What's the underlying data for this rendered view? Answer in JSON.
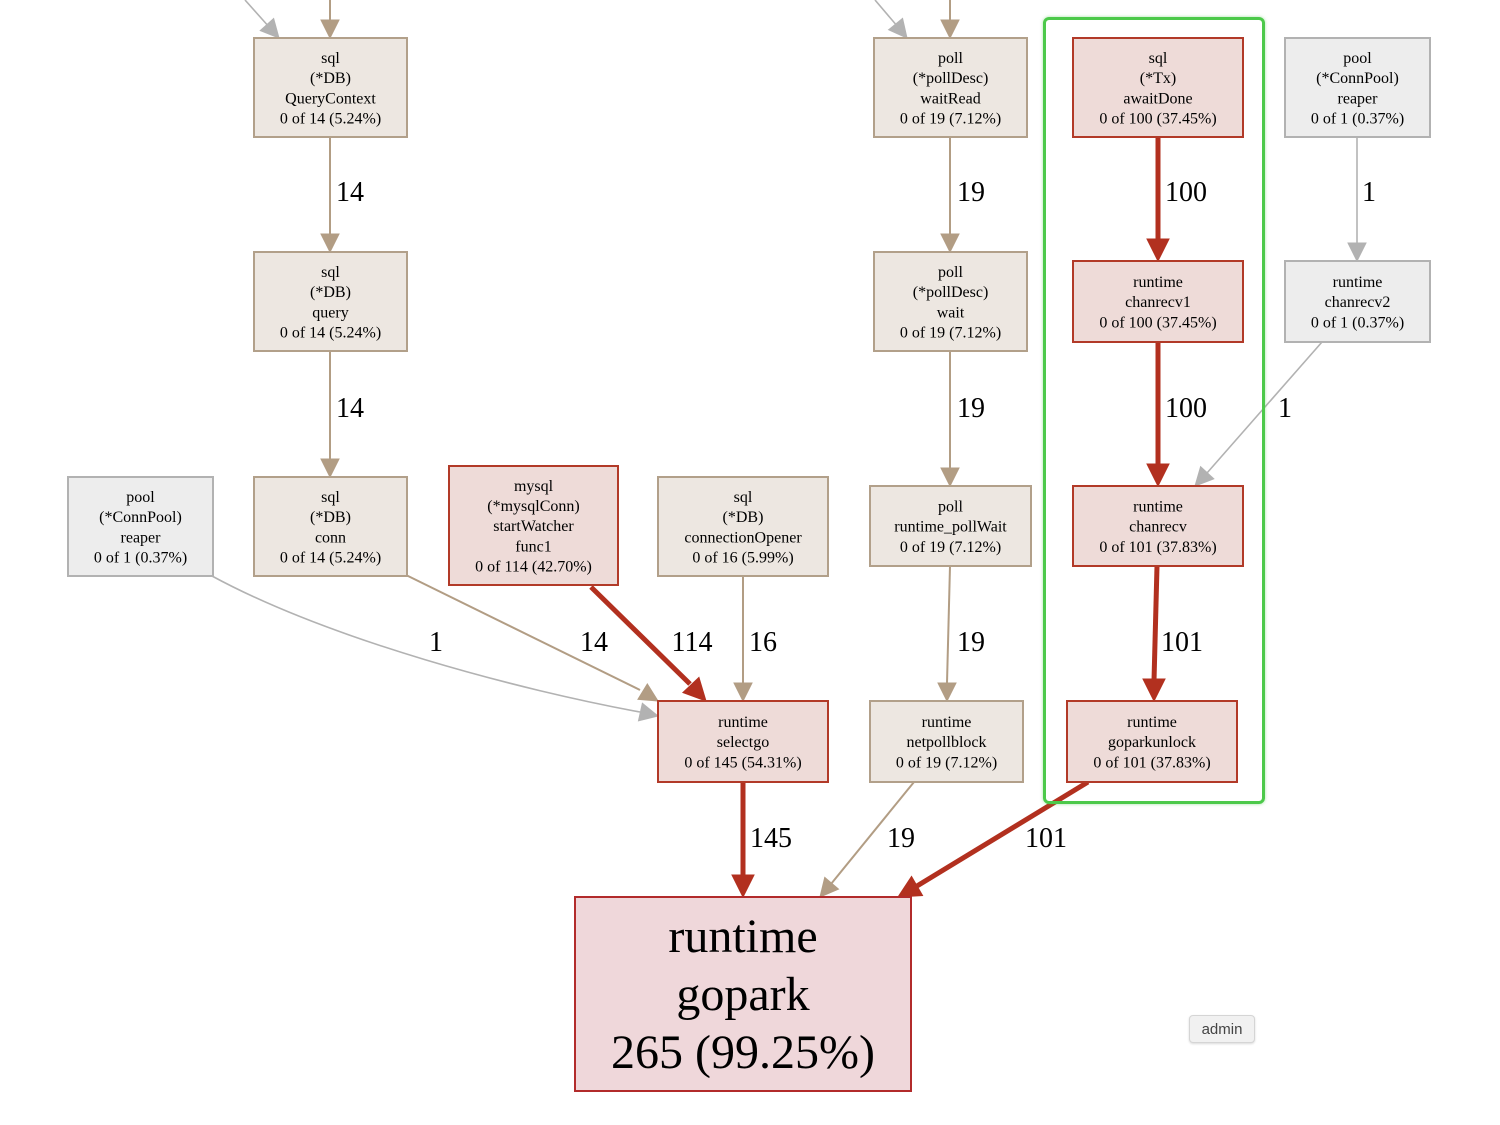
{
  "palette": {
    "tan_fill": "#ede7e1",
    "tan_stroke": "#b2a08a",
    "tan_edge": "#b29d84",
    "red_fill": "#eedbd8",
    "red_stroke": "#b23a28",
    "red_edge": "#b2301f",
    "gray_fill": "#ededed",
    "gray_stroke": "#b2b2b2",
    "gray_edge": "#b2b2b2",
    "root_fill": "#efd7da",
    "root_stroke": "#b22b2b",
    "highlight": "#4cc94a"
  },
  "nodes": {
    "sql_querycontext": {
      "lines": [
        "sql",
        "(*DB)",
        "QueryContext",
        "0 of 14 (5.24%)"
      ],
      "theme": "tan"
    },
    "sql_query": {
      "lines": [
        "sql",
        "(*DB)",
        "query",
        "0 of 14 (5.24%)"
      ],
      "theme": "tan"
    },
    "sql_conn": {
      "lines": [
        "sql",
        "(*DB)",
        "conn",
        "0 of 14 (5.24%)"
      ],
      "theme": "tan"
    },
    "pool_reaper_left": {
      "lines": [
        "pool",
        "(*ConnPool)",
        "reaper",
        "0 of 1 (0.37%)"
      ],
      "theme": "gray"
    },
    "mysql_startwatcher": {
      "lines": [
        "mysql",
        "(*mysqlConn)",
        "startWatcher",
        "func1",
        "0 of 114 (42.70%)"
      ],
      "theme": "red"
    },
    "sql_connectionopener": {
      "lines": [
        "sql",
        "(*DB)",
        "connectionOpener",
        "0 of 16 (5.99%)"
      ],
      "theme": "tan"
    },
    "runtime_selectgo": {
      "lines": [
        "runtime",
        "selectgo",
        "0 of 145 (54.31%)"
      ],
      "theme": "red"
    },
    "poll_waitread": {
      "lines": [
        "poll",
        "(*pollDesc)",
        "waitRead",
        "0 of 19 (7.12%)"
      ],
      "theme": "tan"
    },
    "poll_wait": {
      "lines": [
        "poll",
        "(*pollDesc)",
        "wait",
        "0 of 19 (7.12%)"
      ],
      "theme": "tan"
    },
    "poll_runtime_pollwait": {
      "lines": [
        "poll",
        "runtime_pollWait",
        "0 of 19 (7.12%)"
      ],
      "theme": "tan"
    },
    "runtime_netpollblock": {
      "lines": [
        "runtime",
        "netpollblock",
        "0 of 19 (7.12%)"
      ],
      "theme": "tan"
    },
    "sql_tx_awaitdone": {
      "lines": [
        "sql",
        "(*Tx)",
        "awaitDone",
        "0 of 100 (37.45%)"
      ],
      "theme": "red"
    },
    "runtime_chanrecv1": {
      "lines": [
        "runtime",
        "chanrecv1",
        "0 of 100 (37.45%)"
      ],
      "theme": "red"
    },
    "runtime_chanrecv": {
      "lines": [
        "runtime",
        "chanrecv",
        "0 of 101 (37.83%)"
      ],
      "theme": "red"
    },
    "runtime_goparkunlock": {
      "lines": [
        "runtime",
        "goparkunlock",
        "0 of 101 (37.83%)"
      ],
      "theme": "red"
    },
    "pool_reaper_right": {
      "lines": [
        "pool",
        "(*ConnPool)",
        "reaper",
        "0 of 1 (0.37%)"
      ],
      "theme": "gray"
    },
    "runtime_chanrecv2": {
      "lines": [
        "runtime",
        "chanrecv2",
        "0 of 1 (0.37%)"
      ],
      "theme": "gray"
    },
    "runtime_gopark": {
      "lines": [
        "runtime",
        "gopark",
        "265 (99.25%)"
      ],
      "theme": "root"
    }
  },
  "edges": [
    {
      "id": "e_top_left_a",
      "from": null,
      "to": "sql_querycontext",
      "label": "",
      "theme": "gray",
      "weight": 1
    },
    {
      "id": "e_top_left_b",
      "from": null,
      "to": "sql_querycontext",
      "label": "",
      "theme": "tan",
      "weight": 14
    },
    {
      "id": "e_top_mid_a",
      "from": null,
      "to": "poll_waitread",
      "label": "",
      "theme": "gray",
      "weight": 1
    },
    {
      "id": "e_top_mid_b",
      "from": null,
      "to": "poll_waitread",
      "label": "",
      "theme": "tan",
      "weight": 19
    },
    {
      "id": "e_qc_query",
      "from": "sql_querycontext",
      "to": "sql_query",
      "label": "14",
      "theme": "tan",
      "weight": 14
    },
    {
      "id": "e_query_conn",
      "from": "sql_query",
      "to": "sql_conn",
      "label": "14",
      "theme": "tan",
      "weight": 14
    },
    {
      "id": "e_reaper_selectgo",
      "from": "pool_reaper_left",
      "to": "runtime_selectgo",
      "label": "1",
      "theme": "gray",
      "weight": 1
    },
    {
      "id": "e_conn_selectgo",
      "from": "sql_conn",
      "to": "runtime_selectgo",
      "label": "14",
      "theme": "tan",
      "weight": 14
    },
    {
      "id": "e_watcher_selectgo",
      "from": "mysql_startwatcher",
      "to": "runtime_selectgo",
      "label": "114",
      "theme": "red",
      "weight": 114
    },
    {
      "id": "e_opener_selectgo",
      "from": "sql_connectionopener",
      "to": "runtime_selectgo",
      "label": "16",
      "theme": "tan",
      "weight": 16
    },
    {
      "id": "e_waitread_wait",
      "from": "poll_waitread",
      "to": "poll_wait",
      "label": "19",
      "theme": "tan",
      "weight": 19
    },
    {
      "id": "e_wait_pollwait",
      "from": "poll_wait",
      "to": "poll_runtime_pollwait",
      "label": "19",
      "theme": "tan",
      "weight": 19
    },
    {
      "id": "e_pollwait_netpoll",
      "from": "poll_runtime_pollwait",
      "to": "runtime_netpollblock",
      "label": "19",
      "theme": "tan",
      "weight": 19
    },
    {
      "id": "e_await_chanrecv1",
      "from": "sql_tx_awaitdone",
      "to": "runtime_chanrecv1",
      "label": "100",
      "theme": "red",
      "weight": 100
    },
    {
      "id": "e_chanrecv1_chanrecv",
      "from": "runtime_chanrecv1",
      "to": "runtime_chanrecv",
      "label": "100",
      "theme": "red",
      "weight": 100
    },
    {
      "id": "e_reaper_chanrecv2",
      "from": "pool_reaper_right",
      "to": "runtime_chanrecv2",
      "label": "1",
      "theme": "gray",
      "weight": 1
    },
    {
      "id": "e_chanrecv2_chanrecv",
      "from": "runtime_chanrecv2",
      "to": "runtime_chanrecv",
      "label": "1",
      "theme": "gray",
      "weight": 1
    },
    {
      "id": "e_chanrecv_goparkunlock",
      "from": "runtime_chanrecv",
      "to": "runtime_goparkunlock",
      "label": "101",
      "theme": "red",
      "weight": 101
    },
    {
      "id": "e_selectgo_gopark",
      "from": "runtime_selectgo",
      "to": "runtime_gopark",
      "label": "145",
      "theme": "red",
      "weight": 145
    },
    {
      "id": "e_netpoll_gopark",
      "from": "runtime_netpollblock",
      "to": "runtime_gopark",
      "label": "19",
      "theme": "tan",
      "weight": 19
    },
    {
      "id": "e_goparkunlock_gopark",
      "from": "runtime_goparkunlock",
      "to": "runtime_gopark",
      "label": "101",
      "theme": "red",
      "weight": 101
    }
  ],
  "admin_button": {
    "label": "admin"
  }
}
